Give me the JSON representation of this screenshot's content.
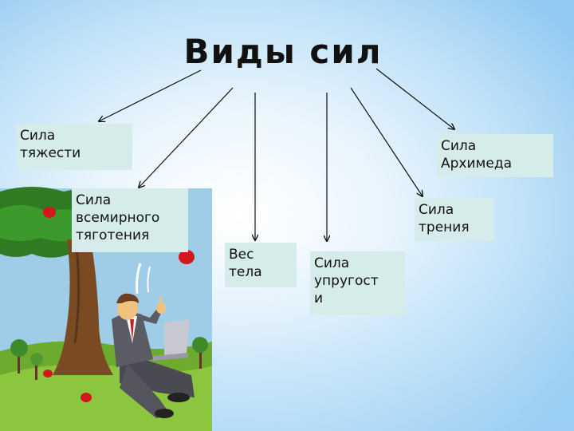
{
  "slide": {
    "title": "Виды сил"
  },
  "boxes": {
    "gravity": "Сила\nтяжести",
    "universal_gravitation": "Сила\nвсемирного\nтяготения",
    "body_weight": "Вес\nтела",
    "elasticity": "Сила\nупругост\nи",
    "friction": "Сила\nтрения",
    "archimedes": "Сила\nАрхимеда"
  },
  "colors": {
    "box_fill": "#d6ecea",
    "arrow": "#111111",
    "apple": "#d2181c"
  },
  "illustration": {
    "icon": "newton-under-apple-tree-clipart"
  }
}
